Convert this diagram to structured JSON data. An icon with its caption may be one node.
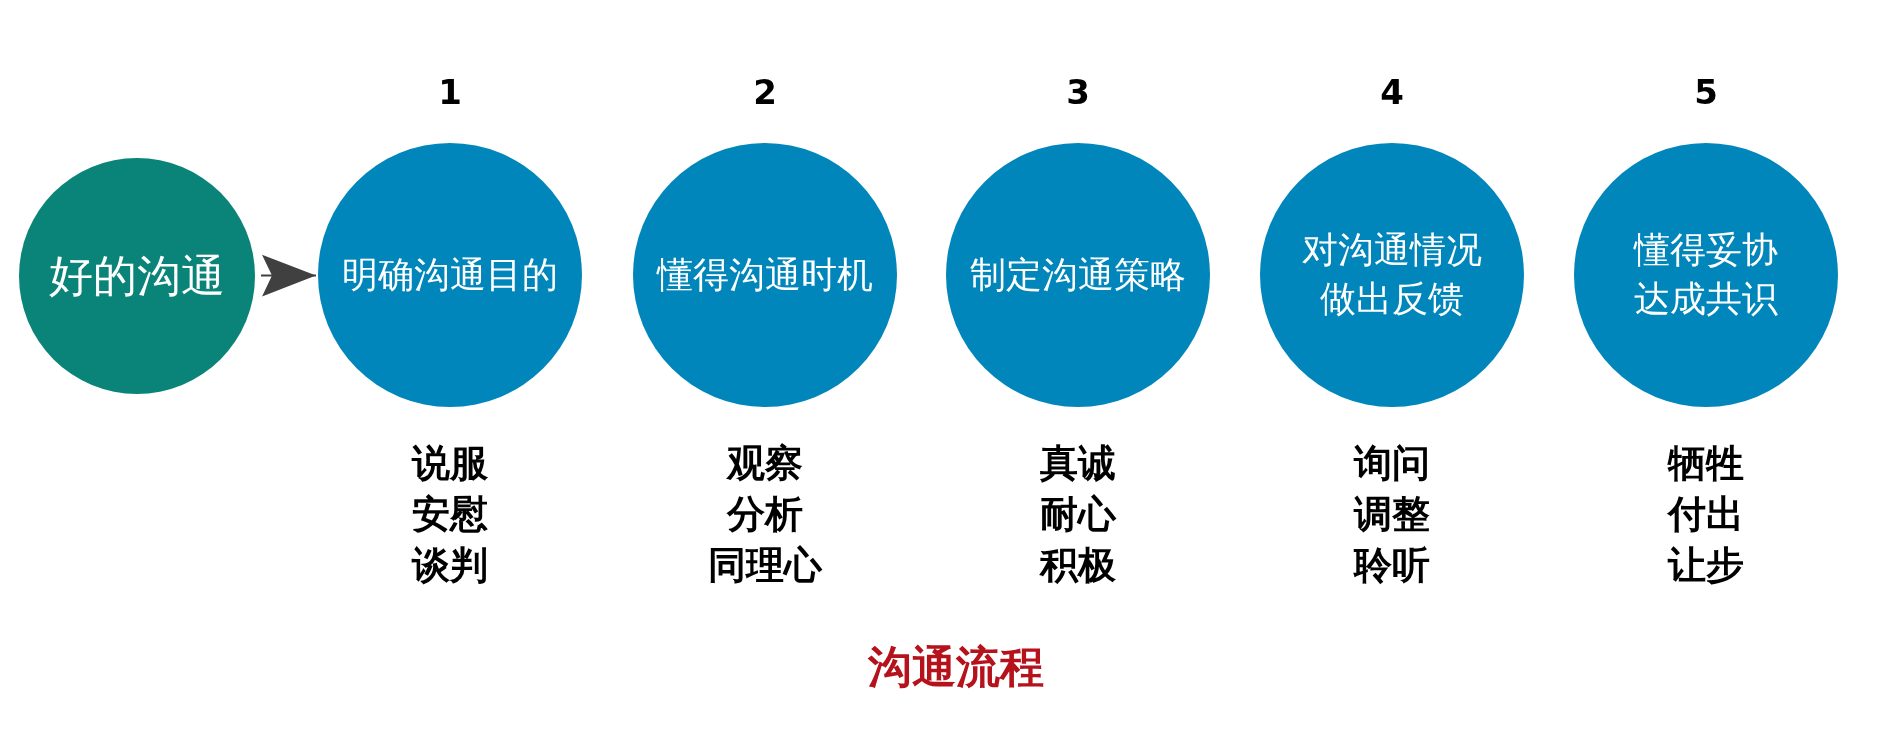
{
  "diagram": {
    "caption": "沟通流程",
    "nodes": [
      {
        "text": [
          "好的沟通"
        ]
      },
      {
        "text": [
          "明确沟通目的"
        ],
        "beside": [
          "1",
          "说服",
          "安慰",
          "谈判"
        ]
      },
      {
        "text": [
          "懂得沟通时机"
        ],
        "beside": [
          "2",
          "观察",
          "分析",
          "同理心"
        ]
      },
      {
        "text": [
          "制定沟通策略"
        ],
        "beside": [
          "3",
          "真诚",
          "耐心",
          "积极"
        ]
      },
      {
        "text": [
          "对沟通情况做出反馈"
        ],
        "beside": [
          "4",
          "询问",
          "调整",
          "聆听"
        ]
      },
      {
        "text": [
          "懂得妥协达成共识"
        ],
        "beside": [
          "5",
          "牺牲",
          "付出",
          "让步"
        ]
      }
    ],
    "edges": [
      {
        "from": 0,
        "to": 1,
        "arrow": "to"
      }
    ]
  }
}
